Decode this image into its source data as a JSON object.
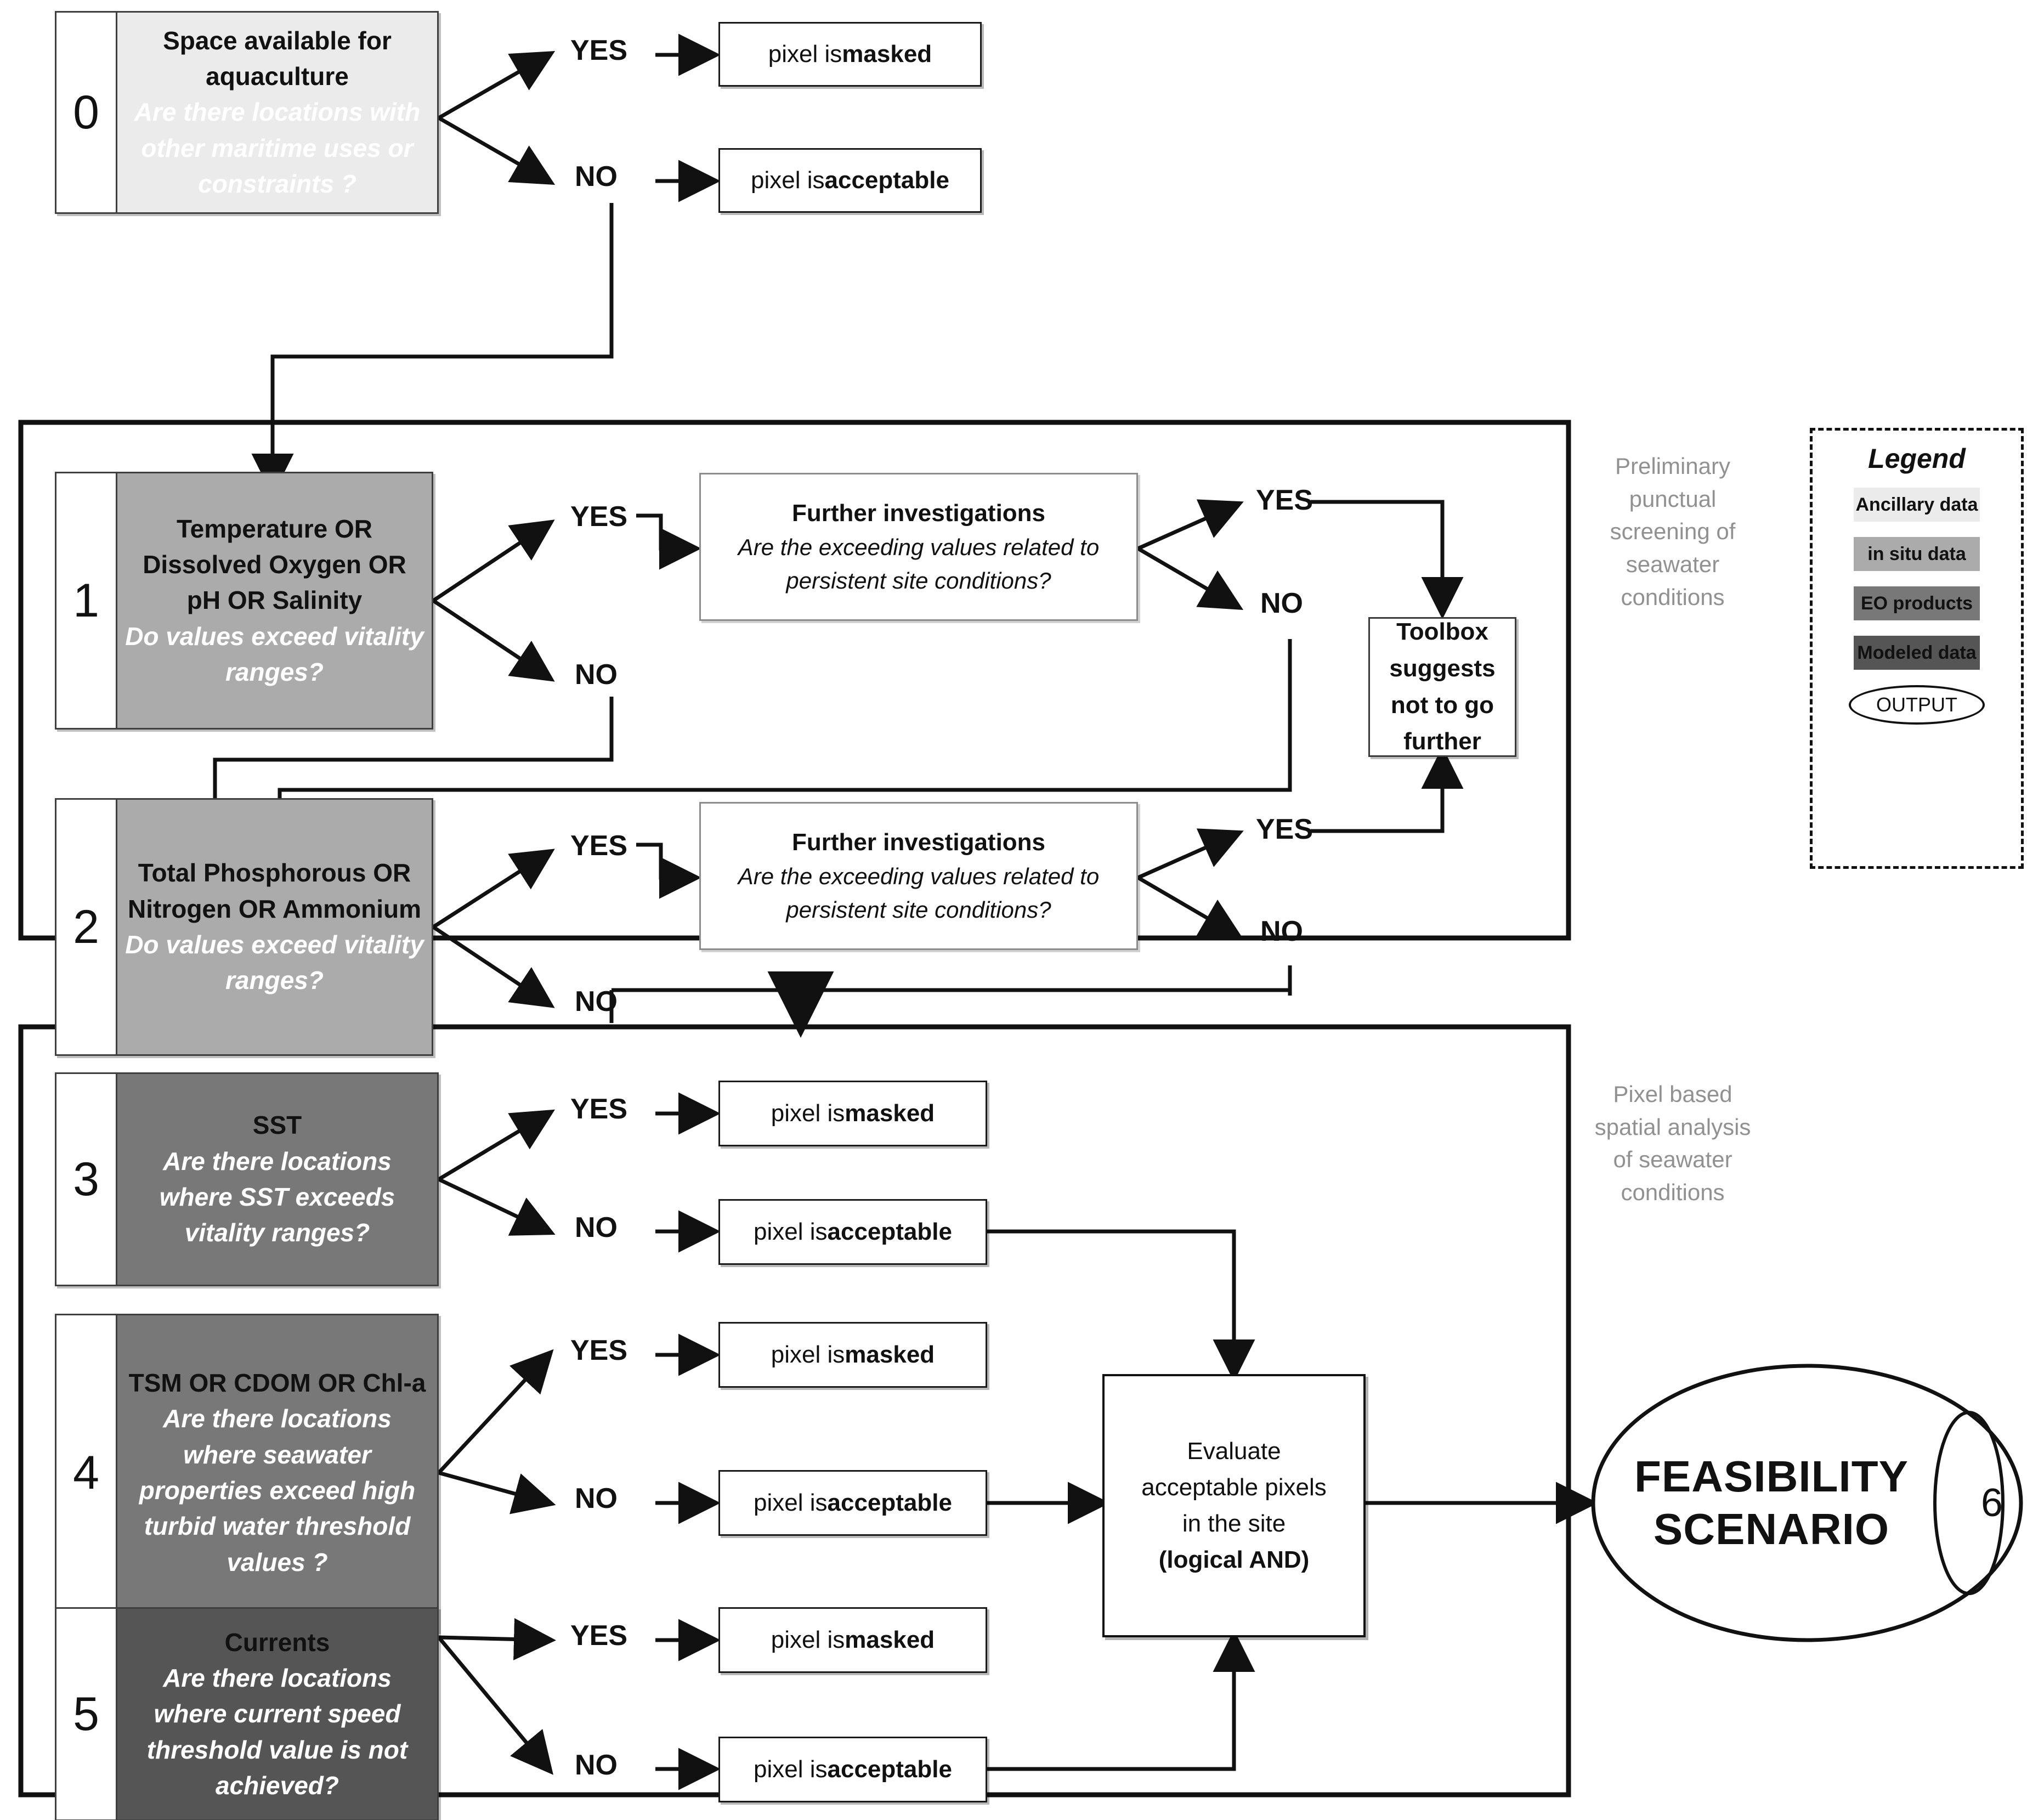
{
  "colors": {
    "ancillary": "#ebebeb",
    "in_situ": "#ababab",
    "eo_products": "#787878",
    "modeled": "#555555",
    "note_text": "#919191",
    "stroke": "#111111"
  },
  "branch_labels": {
    "yes": "YES",
    "no": "NO"
  },
  "outcomes": {
    "masked": "pixel is ",
    "masked_bold": "masked",
    "acceptable": "pixel is ",
    "acceptable_bold": "acceptable"
  },
  "steps": {
    "step0": {
      "index": "0",
      "title": "Space available for aquaculture",
      "question": "Are there locations with other maritime uses or constraints ?",
      "tone": "ancillary",
      "yes_outcome": {
        "prefix": "pixel is ",
        "bold": "masked"
      },
      "no_outcome": {
        "prefix": "pixel is ",
        "bold": "acceptable"
      }
    },
    "step1": {
      "index": "1",
      "title": "Temperature  OR Dissolved Oxygen OR pH OR Salinity",
      "question": "Do values exceed vitality ranges?",
      "tone": "in_situ"
    },
    "step2": {
      "index": "2",
      "title": "Total Phosphorous OR Nitrogen OR Ammonium",
      "question": "Do values exceed vitality ranges?",
      "tone": "in_situ"
    },
    "step3": {
      "index": "3",
      "title": "SST",
      "question": "Are there locations where SST exceeds vitality ranges?",
      "tone": "eo_products",
      "yes_outcome": {
        "prefix": "pixel is ",
        "bold": "masked"
      },
      "no_outcome": {
        "prefix": "pixel is ",
        "bold": "acceptable"
      }
    },
    "step4": {
      "index": "4",
      "title": "TSM OR CDOM OR Chl-a",
      "question": "Are there locations where seawater properties exceed high turbid water threshold values ?",
      "tone": "eo_products",
      "yes_outcome": {
        "prefix": "pixel is ",
        "bold": "masked"
      },
      "no_outcome": {
        "prefix": "pixel is ",
        "bold": "acceptable"
      }
    },
    "step5": {
      "index": "5",
      "title": "Currents",
      "question": "Are there locations where current speed threshold value is not achieved?",
      "tone": "modeled",
      "yes_outcome": {
        "prefix": "pixel is ",
        "bold": "masked"
      },
      "no_outcome": {
        "prefix": "pixel is ",
        "bold": "acceptable"
      }
    }
  },
  "further_investigation_1": {
    "title": "Further investigations",
    "question_line1": "Are the exceeding values related to",
    "question_line2": "persistent site conditions?"
  },
  "further_investigation_2": {
    "title": "Further investigations",
    "question_line1": "Are the exceeding values related to",
    "question_line2": "persistent site conditions?"
  },
  "toolbox": {
    "line1": "Toolbox",
    "line2": "suggests",
    "line3": "not to go",
    "line4": "further"
  },
  "evaluate": {
    "line1": "Evaluate",
    "line2": "acceptable pixels",
    "line3": "in the site",
    "line4": "(logical AND)"
  },
  "feasibility": {
    "line1": "FEASIBILITY",
    "line2": "SCENARIO",
    "index": "6"
  },
  "notes": {
    "upper": "Preliminary punctual screening of seawater conditions",
    "lower": "Pixel based spatial analysis of seawater conditions"
  },
  "legend": {
    "title": "Legend",
    "items": [
      {
        "label": "Ancillary data",
        "color": "#ebebeb"
      },
      {
        "label": "in situ data",
        "color": "#ababab"
      },
      {
        "label": "EO products",
        "color": "#787878"
      },
      {
        "label": "Modeled data",
        "color": "#555555"
      }
    ],
    "output_label": "OUTPUT"
  }
}
